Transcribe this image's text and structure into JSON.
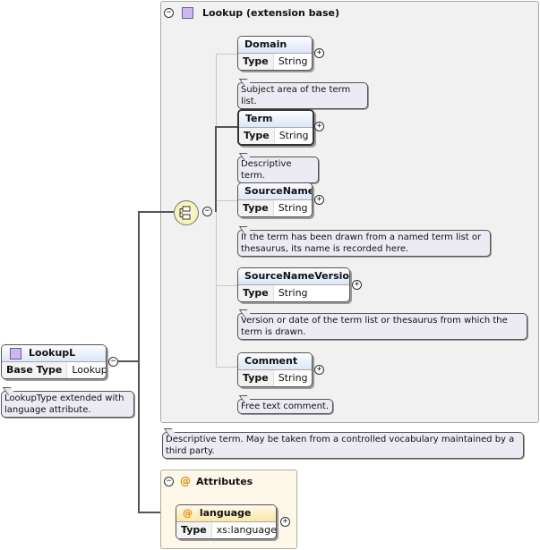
{
  "root": {
    "name": "LookupL",
    "base_type_label": "Base Type",
    "base_type": "Lookup",
    "doc": "LookupType extended with language attribute."
  },
  "extension": {
    "title": "Lookup (extension base)",
    "doc": "Descriptive term. May be taken from a controlled vocabulary maintained by a third party."
  },
  "type_label": "Type",
  "elements": [
    {
      "name": "Domain",
      "type": "String",
      "doc": "Subject area of the term list."
    },
    {
      "name": "Term",
      "type": "String",
      "doc": "Descriptive term."
    },
    {
      "name": "SourceName",
      "type": "String",
      "doc": "If the term has been drawn from a named term list or thesaurus, its name is recorded here."
    },
    {
      "name": "SourceNameVersion",
      "type": "String",
      "doc": "Version or date of the term list or thesaurus from which the term is drawn."
    },
    {
      "name": "Comment",
      "type": "String",
      "doc": "Free text comment."
    }
  ],
  "attributes": {
    "title": "Attributes",
    "items": [
      {
        "name": "language",
        "type": "xs:language"
      }
    ]
  },
  "symbols": {
    "collapse": "−",
    "expand": "+",
    "at": "@"
  }
}
